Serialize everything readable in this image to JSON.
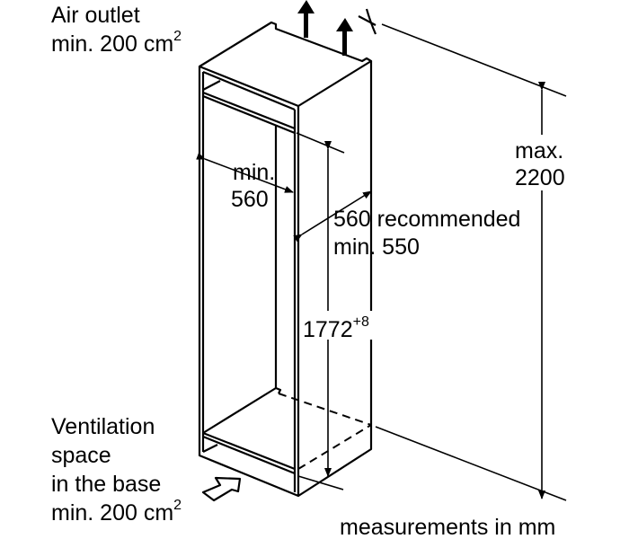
{
  "labels": {
    "air_outlet_1": "Air outlet",
    "air_outlet_2": "min. 200 cm",
    "air_outlet_sup": "2",
    "ventilation_1": "Ventilation",
    "ventilation_2": "space",
    "ventilation_3": "in the base",
    "ventilation_4": "min. 200 cm",
    "ventilation_sup": "2",
    "width_min_1": "min.",
    "width_min_2": "560",
    "depth_1": "560 recommended",
    "depth_2": "min. 550",
    "height_niche": "1772",
    "height_niche_sup": "+8",
    "height_max_1": "max.",
    "height_max_2": "2200",
    "units": "measurements in mm"
  }
}
